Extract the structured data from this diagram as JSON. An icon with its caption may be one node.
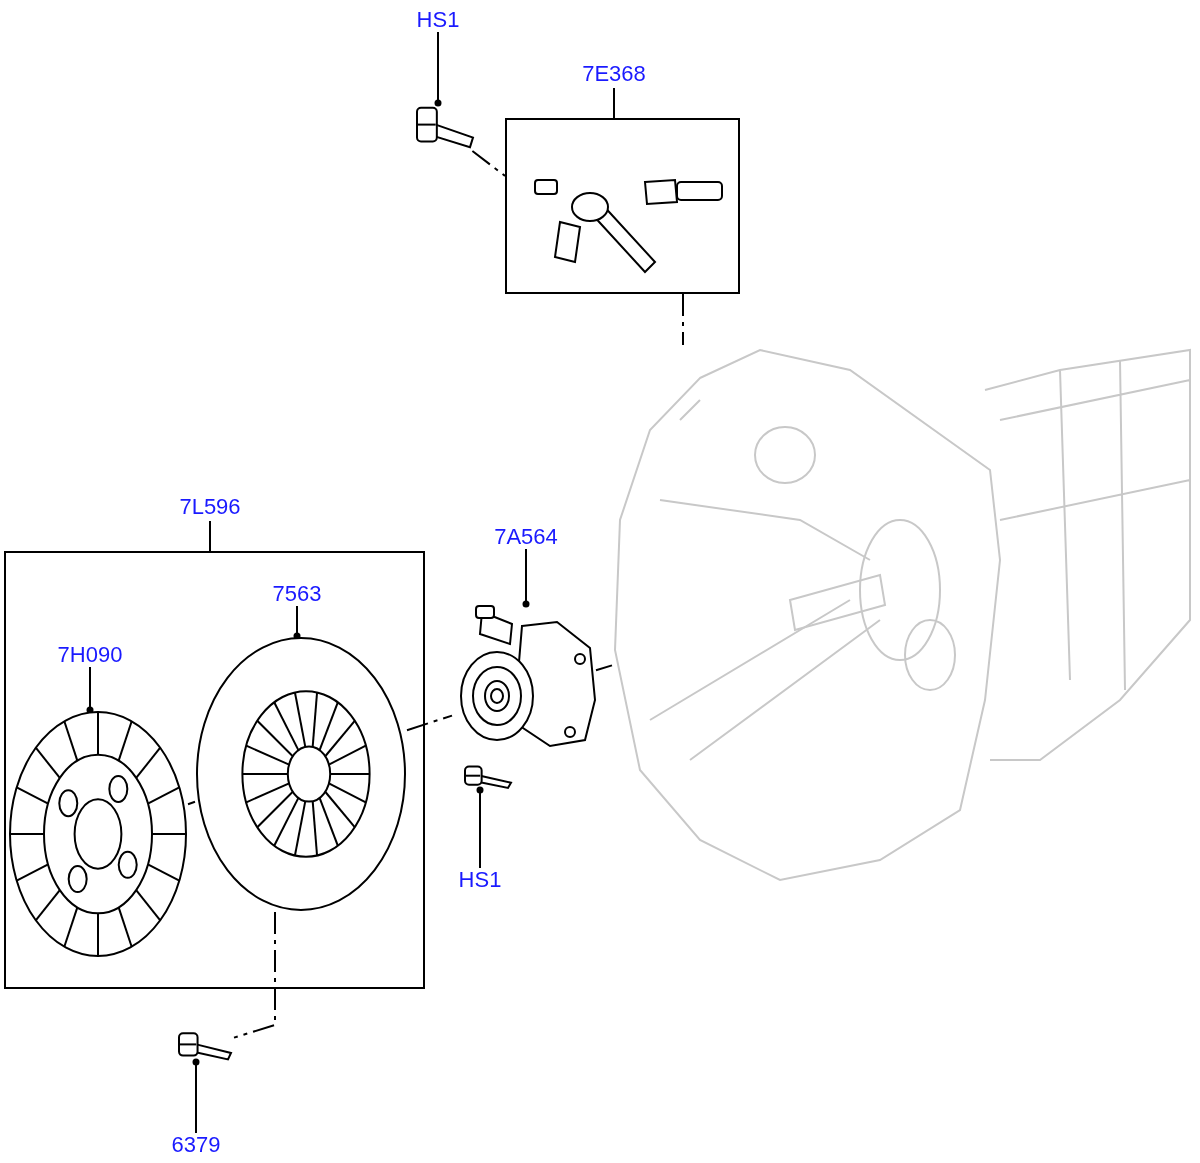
{
  "diagram": {
    "nodes": [
      {
        "text": [
          "HS1"
        ]
      },
      {
        "text": [],
        "shape": "picture"
      },
      {
        "text": [
          "7E368"
        ]
      },
      {
        "text": [
          "7L596"
        ]
      },
      {
        "text": [
          "7H090"
        ],
        "in": 3
      },
      {
        "text": [],
        "shape": "picture",
        "in": 3
      },
      {
        "text": [
          "7563"
        ],
        "in": 3
      },
      {
        "text": [],
        "shape": "picture",
        "in": 3
      },
      {
        "text": [
          "7A564"
        ]
      },
      {
        "text": [],
        "shape": "picture"
      },
      {
        "text": [],
        "shape": "picture"
      },
      {
        "text": [
          "HS1"
        ]
      },
      {
        "text": [],
        "shape": "picture"
      },
      {
        "text": [
          "6379"
        ]
      },
      {
        "text": [],
        "shape": "picture"
      }
    ],
    "edges": [
      {
        "from": 0,
        "to": 1,
        "arrow": "other"
      },
      {
        "from": 4,
        "to": 5,
        "arrow": "other"
      },
      {
        "from": 6,
        "to": 7,
        "arrow": "other"
      },
      {
        "from": 8,
        "to": 9,
        "arrow": "other"
      },
      {
        "from": 11,
        "to": 10,
        "arrow": "other"
      },
      {
        "from": 13,
        "to": 12,
        "arrow": "other"
      },
      {
        "from": 1,
        "to": 2,
        "arrow": "none",
        "style": "dashed"
      },
      {
        "from": 2,
        "to": 14,
        "arrow": "none",
        "style": "dashed"
      },
      {
        "from": 5,
        "to": 7,
        "arrow": "none",
        "style": "dashed"
      },
      {
        "from": 7,
        "to": 9,
        "arrow": "none",
        "style": "dashed"
      },
      {
        "from": 9,
        "to": 14,
        "arrow": "none",
        "style": "dashed"
      },
      {
        "from": 7,
        "to": 12,
        "arrow": "none",
        "style": "dashed"
      }
    ]
  }
}
